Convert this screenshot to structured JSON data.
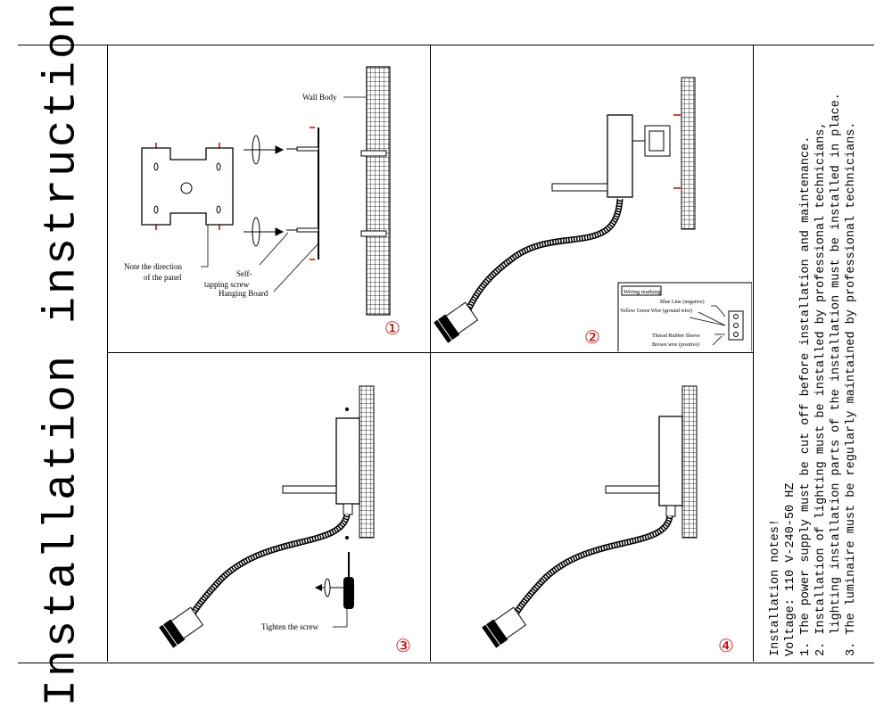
{
  "title": "Installation instruction",
  "steps": {
    "step1": {
      "number": "①",
      "labels": {
        "wall_body": "Wall Body",
        "note_line1": "Note the direction",
        "note_line2": "of the panel",
        "screw_line1": "Self-",
        "screw_line2": "tapping screw",
        "hanging_board": "Hanging Board"
      }
    },
    "step2": {
      "number": "②",
      "wiring": {
        "heading": "Wiring marking",
        "blue": "Blue Line (negative)",
        "yellow_green": "Yellow Green Wire (ground wire)",
        "sleeve": "Thread Rubber Sleeve",
        "brown": "Brown wire (positive)"
      }
    },
    "step3": {
      "number": "③",
      "labels": {
        "tighten": "Tighten the screw"
      }
    },
    "step4": {
      "number": "④"
    }
  },
  "notes": {
    "heading": "Installation notes!",
    "voltage": "Voltage: 110 V-240-50 HZ",
    "items": [
      "1. The power supply must be cut off before installation and maintenance.",
      "2. Installation of lighting must be installed by professional technicians,",
      "   lighting installation parts of the installation must be installed in place.",
      "3. The luminaire must be regularly maintained by professional technicians."
    ]
  },
  "colors": {
    "line": "#000000",
    "accent": "#cc0000"
  }
}
